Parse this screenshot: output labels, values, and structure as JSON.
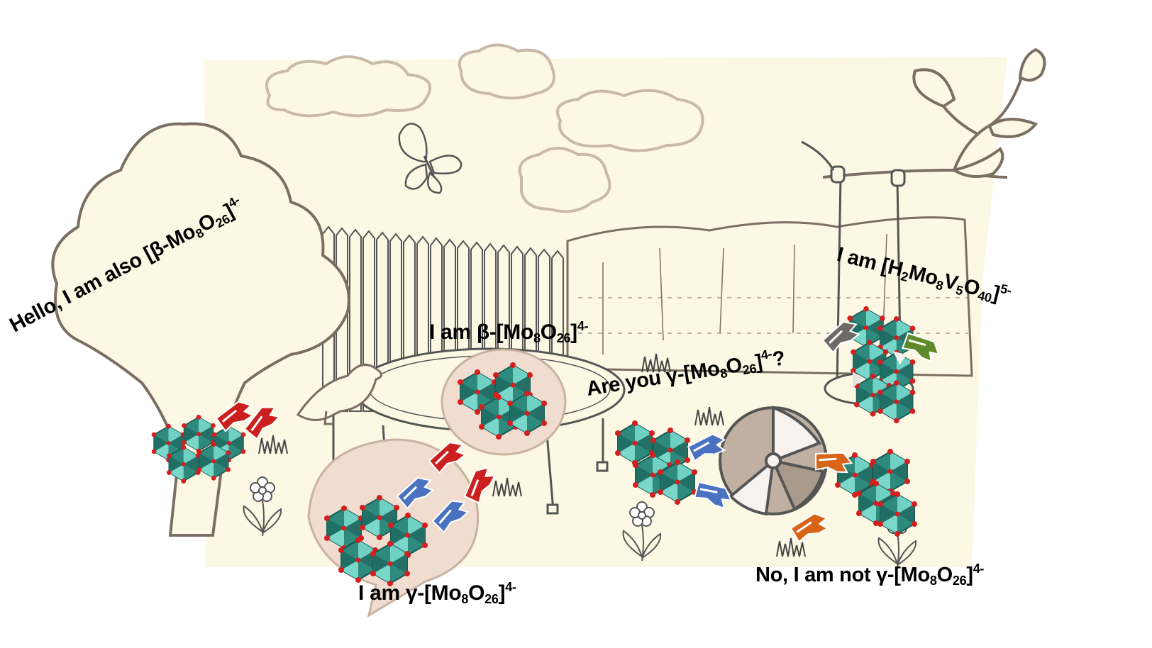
{
  "colors": {
    "background_panel": "#fdf8e4",
    "line_art": "#8a7f70",
    "bubble": "#f0ddd0",
    "polyhedra_dark": "#1f6f65",
    "polyhedra_light": "#6fd0c4",
    "oxygen": "#d41f1f",
    "hand_red": "#cc1f1f",
    "hand_blue": "#4a72c0",
    "hand_orange": "#d8641a",
    "hand_green": "#5e8a2a",
    "hand_grey": "#6e6a66",
    "ball_main": "#bfb0a2"
  },
  "labels": {
    "tree": {
      "pre": "Hello, I am also [β-Mo",
      "s1": "8",
      "mid": "O",
      "s2": "26",
      "post": "]",
      "charge": "4-"
    },
    "trampoline": {
      "pre": "I am β-[Mo",
      "s1": "8",
      "mid": "O",
      "s2": "26",
      "post": "]",
      "charge": "4-"
    },
    "bottom_bubble": {
      "pre": "I am γ-[Mo",
      "s1": "8",
      "mid": "O",
      "s2": "26",
      "post": "]",
      "charge": "4-"
    },
    "question": {
      "pre": "Are you γ-[Mo",
      "s1": "8",
      "mid": "O",
      "s2": "26",
      "post": "]",
      "charge": "4-",
      "tail": "?"
    },
    "answer": {
      "pre": "No, I am not γ-[Mo",
      "s1": "8",
      "mid": "O",
      "s2": "26",
      "post": "]",
      "charge": "4-"
    },
    "swing": {
      "pre": "I am [H",
      "s1": "2",
      "mid": "Mo",
      "s2": "8",
      "mid2": "V",
      "s3": "5",
      "mid3": "O",
      "s4": "40",
      "post": "]",
      "charge": "5-"
    }
  },
  "icons": [
    "tree-icon",
    "cloud-icon",
    "butterfly-icon",
    "fence-icon",
    "hedge-icon",
    "trampoline-icon",
    "bird-icon",
    "swing-icon",
    "branch-icon",
    "beach-ball-icon",
    "flower-icon",
    "grass-icon",
    "polyoxometalate-cluster-icon",
    "hand-icon",
    "speech-bubble-icon"
  ]
}
